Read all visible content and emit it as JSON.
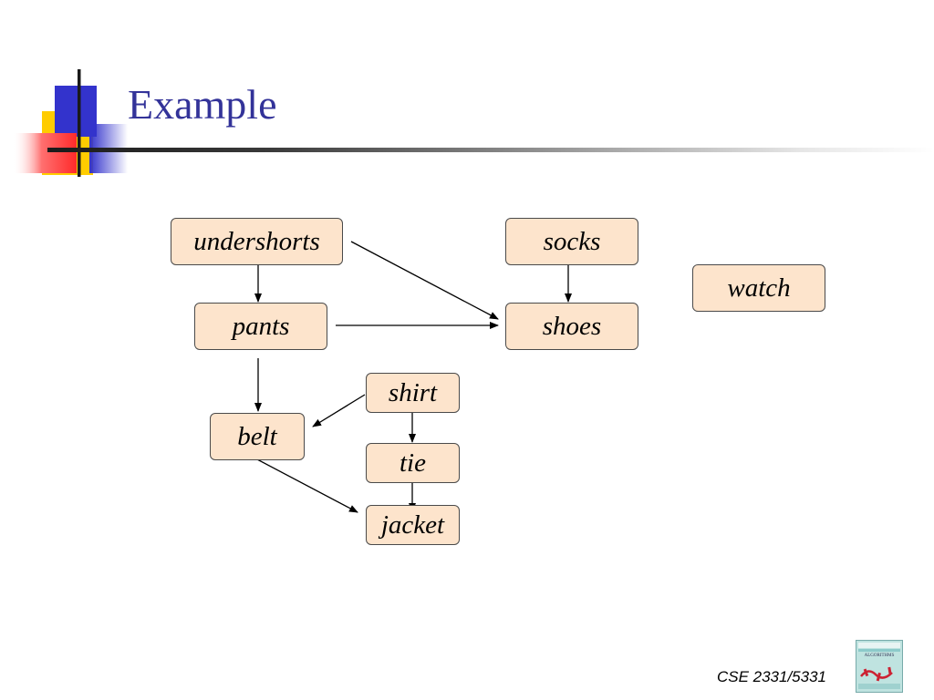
{
  "slide": {
    "title": "Example",
    "footer": "CSE 2331/5331",
    "book_cover_title": "ALGORITHMS"
  },
  "colors": {
    "title": "#333399",
    "node_fill": "#fde4cc",
    "node_border": "#4a4a4a",
    "edge": "#000000",
    "deco_blue": "#3333cc",
    "deco_yellow": "#ffcc00",
    "deco_red": "#ff3333"
  },
  "graph": {
    "nodes": [
      {
        "id": "undershorts",
        "label": "undershorts"
      },
      {
        "id": "socks",
        "label": "socks"
      },
      {
        "id": "watch",
        "label": "watch"
      },
      {
        "id": "pants",
        "label": "pants"
      },
      {
        "id": "shoes",
        "label": "shoes"
      },
      {
        "id": "shirt",
        "label": "shirt"
      },
      {
        "id": "belt",
        "label": "belt"
      },
      {
        "id": "tie",
        "label": "tie"
      },
      {
        "id": "jacket",
        "label": "jacket"
      }
    ],
    "edges": [
      {
        "from": "undershorts",
        "to": "pants"
      },
      {
        "from": "undershorts",
        "to": "shoes"
      },
      {
        "from": "socks",
        "to": "shoes"
      },
      {
        "from": "pants",
        "to": "shoes"
      },
      {
        "from": "pants",
        "to": "belt"
      },
      {
        "from": "shirt",
        "to": "belt"
      },
      {
        "from": "shirt",
        "to": "tie"
      },
      {
        "from": "belt",
        "to": "jacket"
      },
      {
        "from": "tie",
        "to": "jacket"
      }
    ]
  }
}
